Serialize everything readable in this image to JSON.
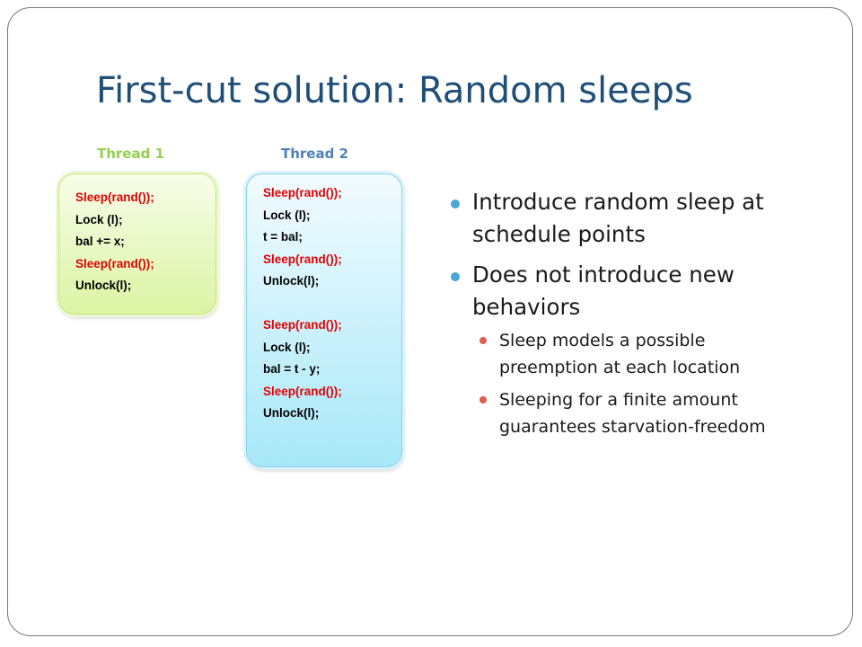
{
  "slide": {
    "title": "First-cut solution: Random sleeps",
    "colors": {
      "title": "#1f4e79",
      "thread1_label": "#92d050",
      "thread2_label": "#4f81bd",
      "highlight_code": "#e60000",
      "bullet_l1": "#4aa6d8",
      "bullet_l2": "#e05c4c"
    }
  },
  "thread1": {
    "label": "Thread 1",
    "lines": [
      {
        "text": "Sleep(rand());",
        "highlight": true
      },
      {
        "text": "Lock (l);",
        "highlight": false
      },
      {
        "text": "bal += x;",
        "highlight": false
      },
      {
        "text": "Sleep(rand());",
        "highlight": true
      },
      {
        "text": "Unlock(l);",
        "highlight": false
      }
    ]
  },
  "thread2": {
    "label": "Thread 2",
    "lines": [
      {
        "text": "Sleep(rand());",
        "highlight": true
      },
      {
        "text": "Lock (l);",
        "highlight": false
      },
      {
        "text": "t = bal;",
        "highlight": false
      },
      {
        "text": "Sleep(rand());",
        "highlight": true
      },
      {
        "text": "Unlock(l);",
        "highlight": false
      },
      {
        "text": "",
        "highlight": false
      },
      {
        "text": "Sleep(rand());",
        "highlight": true
      },
      {
        "text": "Lock (l);",
        "highlight": false
      },
      {
        "text": "bal = t - y;",
        "highlight": false
      },
      {
        "text": "Sleep(rand());",
        "highlight": true
      },
      {
        "text": "Unlock(l);",
        "highlight": false
      }
    ]
  },
  "bullets": [
    {
      "lines": [
        "Introduce random sleep at",
        "schedule points"
      ],
      "sub": []
    },
    {
      "lines": [
        "Does not introduce new",
        "behaviors"
      ],
      "sub": [
        {
          "lines": [
            "Sleep models a possible",
            "preemption at each location"
          ]
        },
        {
          "lines": [
            "Sleeping for a finite amount",
            "guarantees starvation-freedom"
          ]
        }
      ]
    }
  ]
}
